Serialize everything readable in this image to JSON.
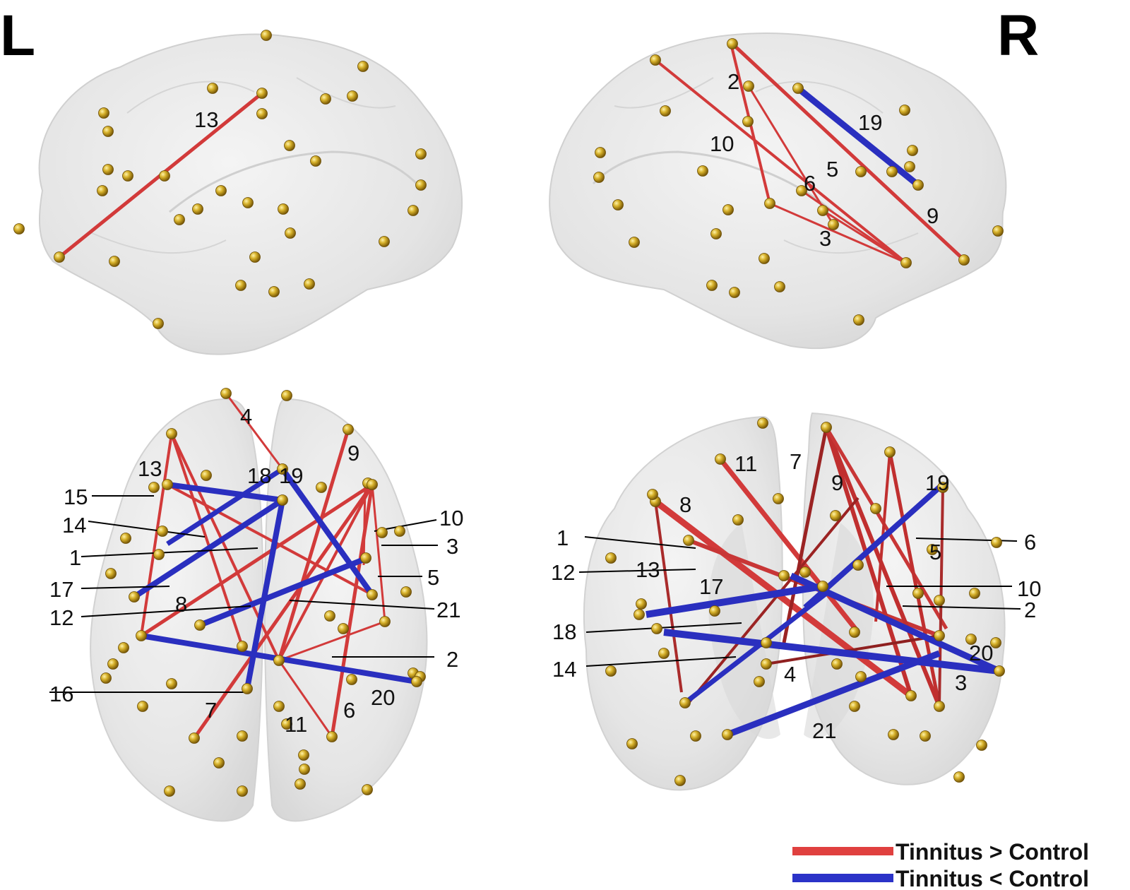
{
  "figure": {
    "left_label": "L",
    "right_label": "R"
  },
  "legend": {
    "items": [
      {
        "label": "Tinnitus > Control",
        "color": "#e0403f"
      },
      {
        "label": "Tinnitus < Control",
        "color": "#2b33c8"
      }
    ]
  },
  "colors": {
    "increase": "#d23a3a",
    "decrease": "#2a2fbf",
    "node": "#c9a21c",
    "brain": "#e6e6e6"
  },
  "panels": {
    "left_lateral": {
      "labels": [
        "13"
      ]
    },
    "right_lateral": {
      "labels": [
        "2",
        "10",
        "19",
        "5",
        "6",
        "9",
        "3"
      ]
    },
    "axial": {
      "labels": [
        "4",
        "13",
        "18",
        "19",
        "9",
        "15",
        "14",
        "1",
        "17",
        "8",
        "12",
        "16",
        "7",
        "11",
        "6",
        "20",
        "2",
        "21",
        "5",
        "3",
        "10"
      ]
    },
    "coronal": {
      "labels": [
        "11",
        "7",
        "9",
        "19",
        "8",
        "1",
        "12",
        "13",
        "17",
        "18",
        "14",
        "4",
        "21",
        "6",
        "5",
        "10",
        "2",
        "20",
        "3"
      ]
    }
  }
}
